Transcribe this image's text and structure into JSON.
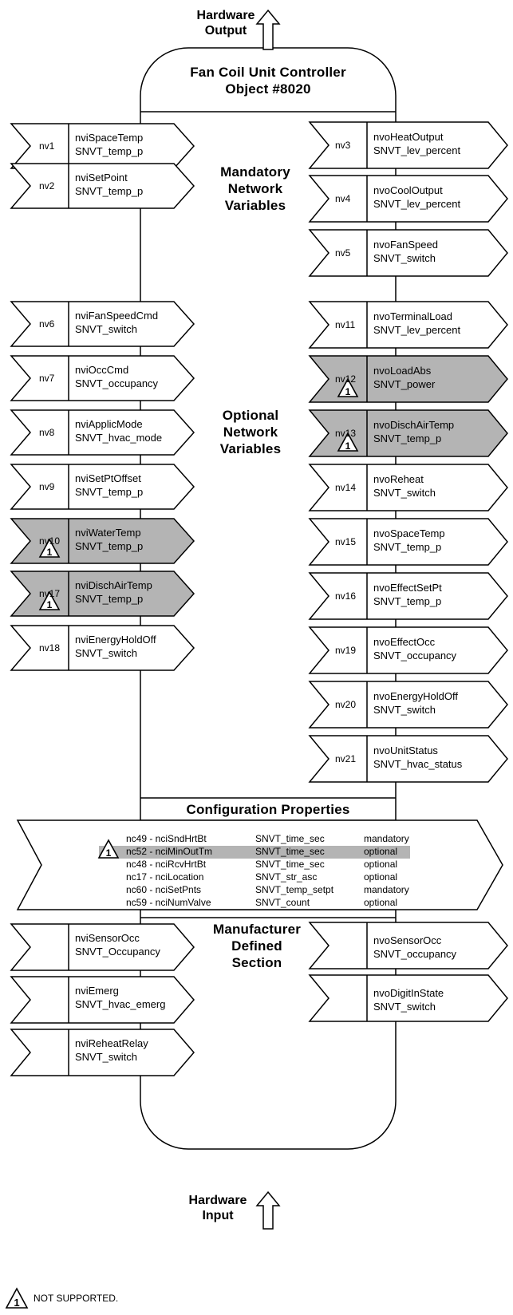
{
  "hardware_output": {
    "line1": "Hardware",
    "line2": "Output"
  },
  "hardware_input": {
    "line1": "Hardware",
    "line2": "Input"
  },
  "object": {
    "line1": "Fan Coil Unit Controller",
    "line2": "Object #8020"
  },
  "sections": {
    "mandatory": {
      "line1": "Mandatory",
      "line2": "Network",
      "line3": "Variables"
    },
    "optional": {
      "line1": "Optional",
      "line2": "Network",
      "line3": "Variables"
    },
    "config_title": "Configuration Properties",
    "manufacturer": {
      "line1": "Manufacturer",
      "line2": "Defined",
      "line3": "Section"
    }
  },
  "inputs": [
    {
      "nv": "nv1",
      "name": "nviSpaceTemp",
      "type": "SNVT_temp_p",
      "unsupported": false
    },
    {
      "nv": "nv2",
      "name": "nviSetPoint",
      "type": "SNVT_temp_p",
      "unsupported": false
    },
    {
      "nv": "nv6",
      "name": "nviFanSpeedCmd",
      "type": "SNVT_switch",
      "unsupported": false
    },
    {
      "nv": "nv7",
      "name": "nviOccCmd",
      "type": "SNVT_occupancy",
      "unsupported": false
    },
    {
      "nv": "nv8",
      "name": "nviApplicMode",
      "type": "SNVT_hvac_mode",
      "unsupported": false
    },
    {
      "nv": "nv9",
      "name": "nviSetPtOffset",
      "type": "SNVT_temp_p",
      "unsupported": false
    },
    {
      "nv": "nv10",
      "name": "nviWaterTemp",
      "type": "SNVT_temp_p",
      "unsupported": true
    },
    {
      "nv": "nv17",
      "name": "nviDischAirTemp",
      "type": "SNVT_temp_p",
      "unsupported": true
    },
    {
      "nv": "nv18",
      "name": "nviEnergyHoldOff",
      "type": "SNVT_switch",
      "unsupported": false
    }
  ],
  "outputs": [
    {
      "nv": "nv3",
      "name": "nvoHeatOutput",
      "type": "SNVT_lev_percent",
      "unsupported": false
    },
    {
      "nv": "nv4",
      "name": "nvoCoolOutput",
      "type": "SNVT_lev_percent",
      "unsupported": false
    },
    {
      "nv": "nv5",
      "name": "nvoFanSpeed",
      "type": "SNVT_switch",
      "unsupported": false
    },
    {
      "nv": "nv11",
      "name": "nvoTerminalLoad",
      "type": "SNVT_lev_percent",
      "unsupported": false
    },
    {
      "nv": "nv12",
      "name": "nvoLoadAbs",
      "type": "SNVT_power",
      "unsupported": true
    },
    {
      "nv": "nv13",
      "name": "nvoDischAirTemp",
      "type": "SNVT_temp_p",
      "unsupported": true
    },
    {
      "nv": "nv14",
      "name": "nvoReheat",
      "type": "SNVT_switch",
      "unsupported": false
    },
    {
      "nv": "nv15",
      "name": "nvoSpaceTemp",
      "type": "SNVT_temp_p",
      "unsupported": false
    },
    {
      "nv": "nv16",
      "name": "nvoEffectSetPt",
      "type": "SNVT_temp_p",
      "unsupported": false
    },
    {
      "nv": "nv19",
      "name": "nvoEffectOcc",
      "type": "SNVT_occupancy",
      "unsupported": false
    },
    {
      "nv": "nv20",
      "name": "nvoEnergyHoldOff",
      "type": "SNVT_switch",
      "unsupported": false
    },
    {
      "nv": "nv21",
      "name": "nvoUnitStatus",
      "type": "SNVT_hvac_status",
      "unsupported": false
    }
  ],
  "config_rows": [
    {
      "nc": "nc49 - nciSndHrtBt",
      "type": "SNVT_time_sec",
      "status": "mandatory",
      "unsupported": false
    },
    {
      "nc": "nc52 - nciMinOutTm",
      "type": "SNVT_time_sec",
      "status": "optional",
      "unsupported": true
    },
    {
      "nc": "nc48 - nciRcvHrtBt",
      "type": "SNVT_time_sec",
      "status": "optional",
      "unsupported": false
    },
    {
      "nc": "nc17 - nciLocation",
      "type": "SNVT_str_asc",
      "status": "optional",
      "unsupported": false
    },
    {
      "nc": "nc60 - nciSetPnts",
      "type": "SNVT_temp_setpt",
      "status": "mandatory",
      "unsupported": false
    },
    {
      "nc": "nc59 - nciNumValve",
      "type": "SNVT_count",
      "status": "optional",
      "unsupported": false
    }
  ],
  "mfr_inputs": [
    {
      "name": "nviSensorOcc",
      "type": "SNVT_Occupancy"
    },
    {
      "name": "nviEmerg",
      "type": "SNVT_hvac_emerg"
    },
    {
      "name": "nviReheatRelay",
      "type": "SNVT_switch"
    }
  ],
  "mfr_outputs": [
    {
      "name": "nvoSensorOcc",
      "type": "SNVT_occupancy"
    },
    {
      "name": "nvoDigitInState",
      "type": "SNVT_switch"
    }
  ],
  "legend": {
    "marker": "1",
    "text": "NOT SUPPORTED."
  },
  "colors": {
    "unsupported_fill": "#b4b4b4",
    "line": "#000000"
  }
}
